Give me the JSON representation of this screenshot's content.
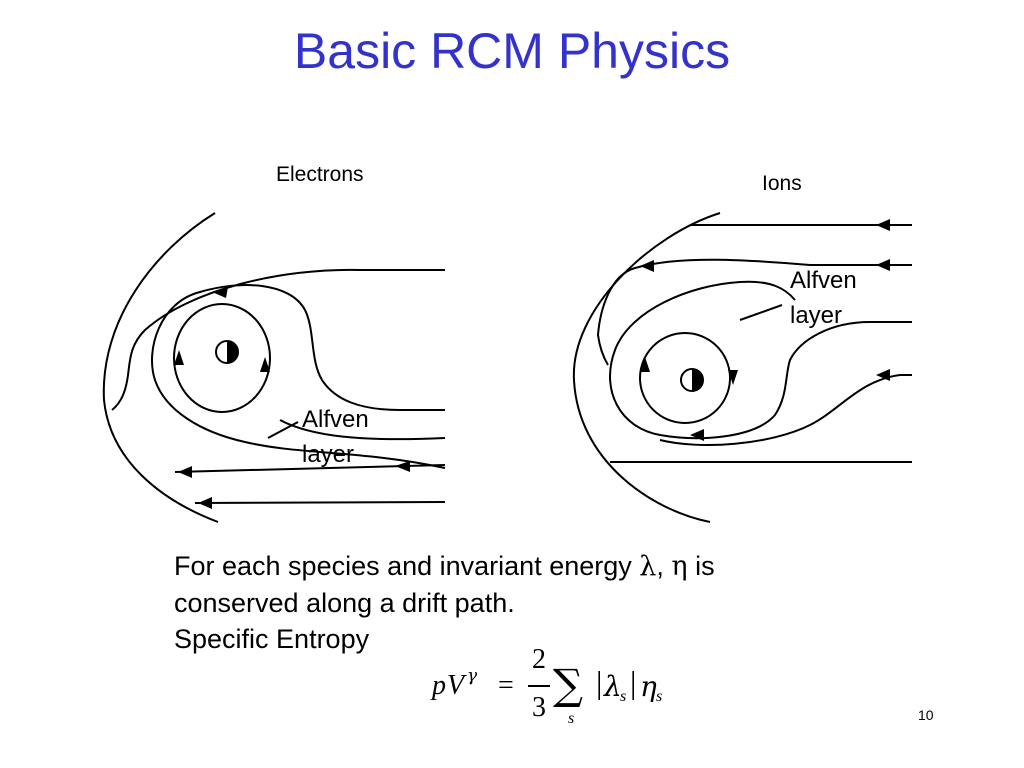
{
  "slide": {
    "title": "Basic RCM Physics",
    "page_number": "10",
    "title_color": "#3333cc"
  },
  "diagrams": {
    "electrons": {
      "label": "Electrons",
      "alfven_line1": "Alfven",
      "alfven_line2": "layer"
    },
    "ions": {
      "label": "Ions",
      "alfven_line1": "Alfven",
      "alfven_line2": "layer"
    }
  },
  "body": {
    "line1_pre": "For each species and invariant energy ",
    "lambda": "λ",
    "comma": ", ",
    "eta": "η",
    "line1_post": " is",
    "line2": "conserved along a drift path.",
    "line3": "Specific Entropy"
  },
  "formula": {
    "p": "p",
    "V": "V",
    "gamma": "γ",
    "equals": "=",
    "numerator": "2",
    "denominator": "3",
    "sum": "∑",
    "sum_index": "s",
    "abs_left": "|",
    "lambda": "λ",
    "lambda_sub": "s",
    "abs_right": "|",
    "eta": "η",
    "eta_sub": "s"
  }
}
